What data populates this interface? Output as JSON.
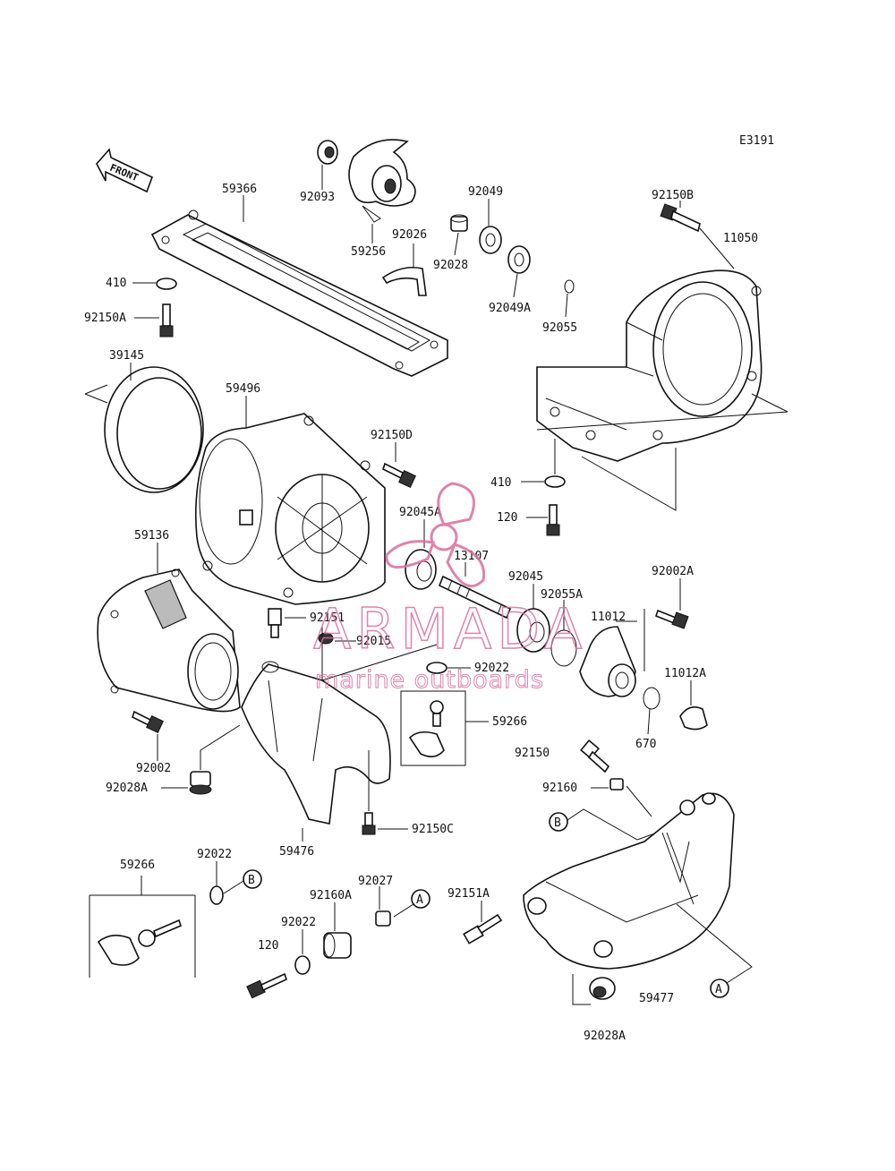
{
  "diagram_code": "E3191",
  "front_label": "FRONT",
  "watermark": {
    "brand": "ARMADA",
    "tagline": "marine outboards",
    "color": "#d96f9e"
  },
  "labels": {
    "p59366": "59366",
    "p92093": "92093",
    "p59256": "59256",
    "p92026": "92026",
    "p92049": "92049",
    "p92028": "92028",
    "p92049A": "92049A",
    "p92055": "92055",
    "p92150B": "92150B",
    "p11050": "11050",
    "p410a": "410",
    "p92150A": "92150A",
    "p39145": "39145",
    "p59496": "59496",
    "p92150D": "92150D",
    "p410b": "410",
    "p120a": "120",
    "p92045A": "92045A",
    "p13107": "13107",
    "p92045": "92045",
    "p92055A": "92055A",
    "p92002A": "92002A",
    "p59136": "59136",
    "p92151": "92151",
    "p92015": "92015",
    "p11012": "11012",
    "p92022a": "92022",
    "p11012A": "11012A",
    "p59266a": "59266",
    "p670": "670",
    "p92150": "92150",
    "p92002": "92002",
    "p92028A_a": "92028A",
    "p92160": "92160",
    "p92150C": "92150C",
    "p59476": "59476",
    "p59266b": "59266",
    "p92022b": "92022",
    "p92027": "92027",
    "p92160A": "92160A",
    "p92151A": "92151A",
    "p92022c": "92022",
    "p120b": "120",
    "p59477": "59477",
    "p92028A_b": "92028A"
  },
  "callouts": {
    "B1": "B",
    "B2": "B",
    "A1": "A",
    "A2": "A"
  }
}
